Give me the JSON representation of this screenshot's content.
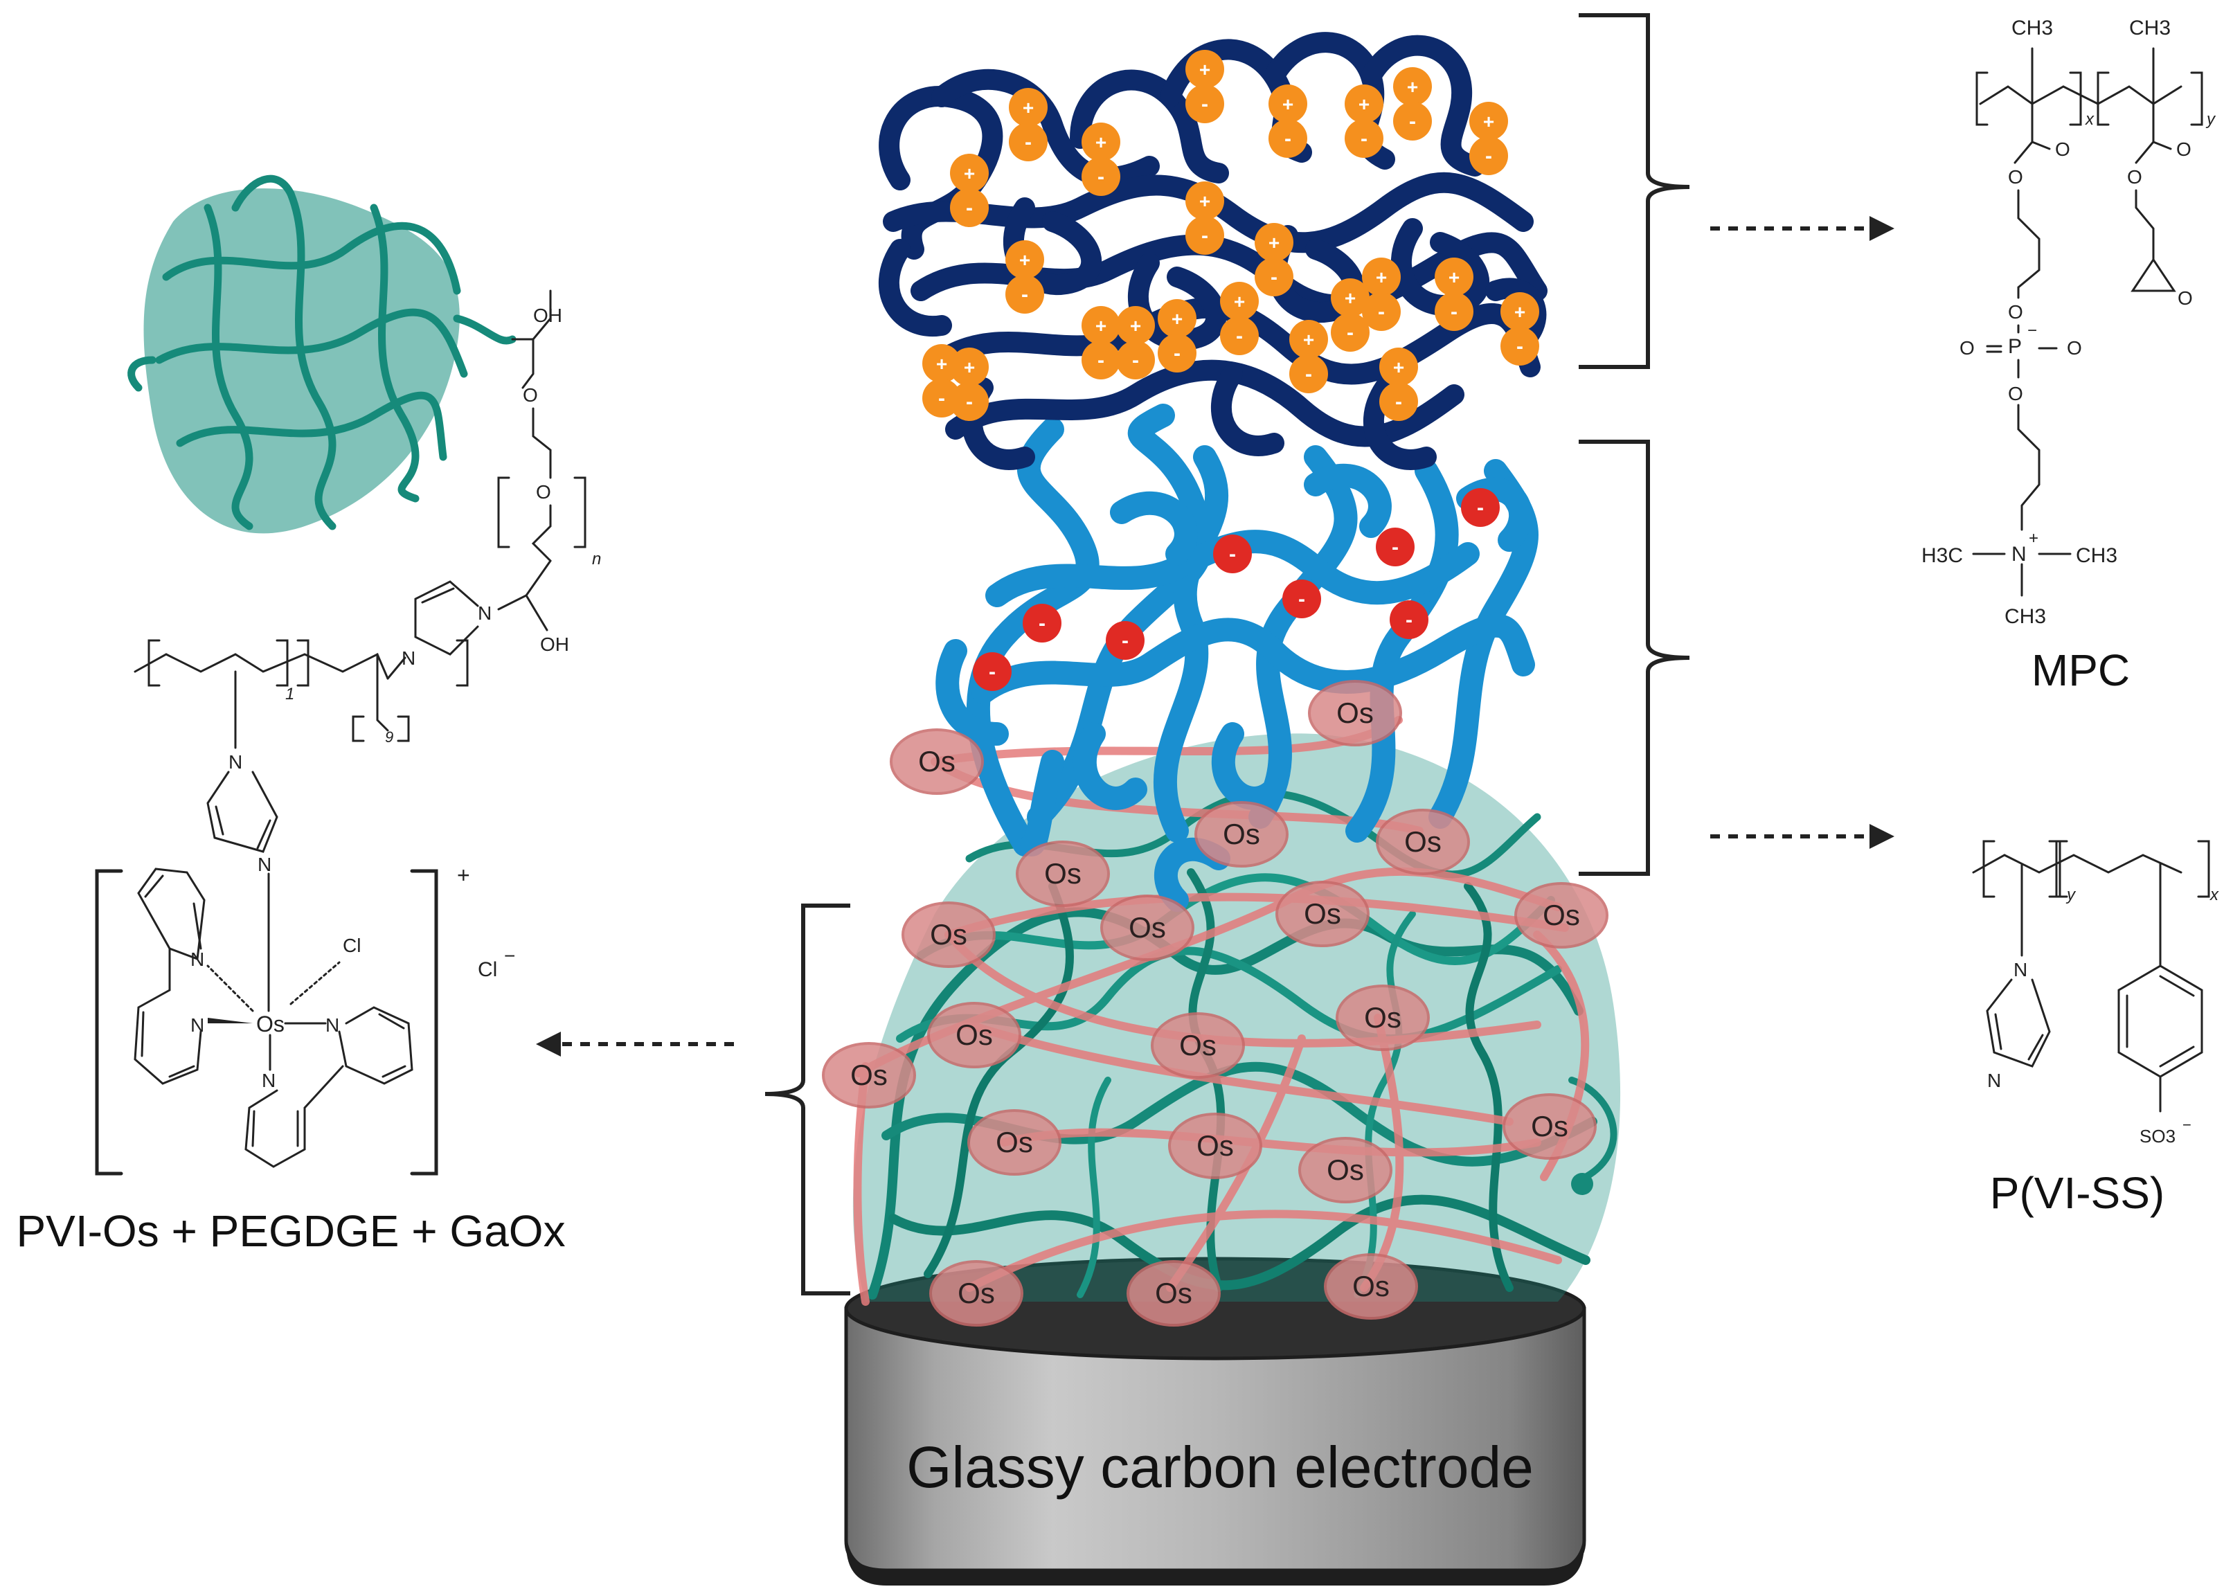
{
  "labels": {
    "enzyme_layer": "PVI-Os + PEGDGE + GaOx",
    "top_layer": "MPC",
    "middle_layer": "P(VI-SS)",
    "electrode": "Glassy carbon electrode"
  },
  "mediator": {
    "label": "Os"
  },
  "charges": {
    "positive": "+",
    "negative": "-"
  },
  "chem": {
    "oh_top": "OH",
    "oh_bottom": "OH",
    "o_chain": "O",
    "o_bracket": "O",
    "n_sub": "n",
    "one_sub": "1",
    "nine_sub": "9",
    "n_imid_a": "N",
    "n_imid_b": "N",
    "n_pvi_a": "N",
    "n_pvi_b": "N",
    "cl": "Cl",
    "os_atom": "Os",
    "n_bpy1": "N",
    "n_bpy2": "N",
    "n_bpy3": "N",
    "n_bpy4": "N",
    "complex_charge": "+",
    "counter_ion": "Cl",
    "counter_minus": "−",
    "ch3_a": "CH3",
    "ch3_b": "CH3",
    "x_sub": "x",
    "y_sub": "y",
    "o_ester_a": "O",
    "o_ester_b": "O",
    "o_link_a": "O",
    "o_link_b": "O",
    "o_epox": "O",
    "o_phos_top": "O",
    "p_atom": "P",
    "p_minus": "−",
    "o_phos_left": "O",
    "o_phos_right": "O",
    "o_phos_bottom": "O",
    "n_plus": "N",
    "plus": "+",
    "h3c_left": "H3C",
    "ch3_right": "CH3",
    "ch3_bottom": "CH3",
    "y_sub2": "y",
    "x_sub2": "x",
    "n_vi_a": "N",
    "n_vi_b": "N",
    "so3": "SO3",
    "so3_minus": "−"
  },
  "colors": {
    "top_polymer": "#0d2a6b",
    "middle_polymer": "#1a8fd0",
    "enzyme": "#168a7a",
    "positive_charge": "#f5901e",
    "negative_charge": "#e02a24",
    "os_bead": "#d98a8a",
    "os_strand": "#e98c8c",
    "electrode_top": "#3a3a3a",
    "electrode_side": "#a9a9a9"
  }
}
